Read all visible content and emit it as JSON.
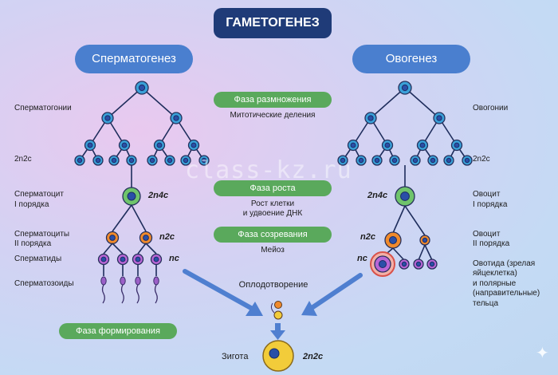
{
  "title": "ГАМЕТОГЕНЕЗ",
  "left_header": "Сперматогенез",
  "right_header": "Овогенез",
  "phases": {
    "reproduction": "Фаза размножения",
    "reproduction_desc": "Митотические деления",
    "growth": "Фаза роста",
    "growth_desc_1": "Рост клетки",
    "growth_desc_2": "и удвоение ДНК",
    "maturation": "Фаза созревания",
    "maturation_desc": "Мейоз",
    "formation": "Фаза формирования"
  },
  "left_labels": {
    "spermatogonia": "Сперматогонии",
    "ploidy_2n2c": "2n2c",
    "spermatocyte1_a": "Сперматоцит",
    "spermatocyte1_b": "I порядка",
    "ploidy_2n4c": "2n4c",
    "spermatocyte2_a": "Сперматоциты",
    "spermatocyte2_b": "II порядка",
    "ploidy_n2c": "n2c",
    "spermatids": "Сперматиды",
    "ploidy_nc": "nc",
    "spermatozoa": "Сперматозоиды"
  },
  "right_labels": {
    "oogonia": "Овогонии",
    "ploidy_2n2c": "2n2c",
    "oocyte1_a": "Овоцит",
    "oocyte1_b": "I порядка",
    "ploidy_2n4c": "2n4c",
    "oocyte2_a": "Овоцит",
    "oocyte2_b": "II порядка",
    "ploidy_n2c": "n2c",
    "ploidy_nc": "nc",
    "ootid_1": "Овотида (зрелая",
    "ootid_2": "яйцеклетка)",
    "ootid_3": "и полярные",
    "ootid_4": "(направительные)",
    "ootid_5": "тельца"
  },
  "fertilization": "Оплодотворение",
  "zygote": "Зигота",
  "zygote_ploidy": "2n2c",
  "watermark": "class-kz.ru",
  "colors": {
    "title_bg": "#1f3b78",
    "header_bg": "#4a7fcf",
    "phase_bg": "#5aa95c",
    "arrow": "#4f7fd0",
    "small_cell": "#3aa0d8",
    "large_cell": "#6fc46b",
    "orange_cell": "#f08a2c",
    "purple_cell": "#b866d6",
    "zygote": "#f2cc3a"
  }
}
